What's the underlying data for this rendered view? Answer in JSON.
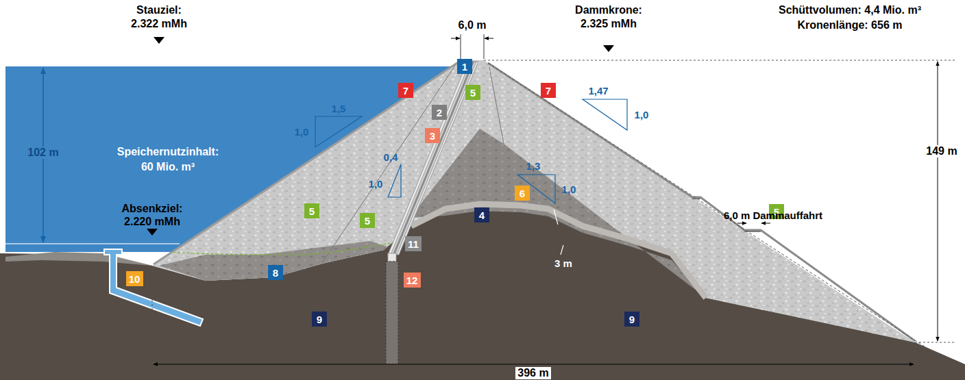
{
  "diagram": {
    "nodes": [
      {
        "text": [
          "1"
        ]
      },
      {
        "text": [
          "7"
        ]
      },
      {
        "text": [
          "5"
        ]
      },
      {
        "text": [
          "7"
        ]
      },
      {
        "text": [
          "2"
        ]
      },
      {
        "text": [
          "3"
        ]
      },
      {
        "text": [
          "5"
        ]
      },
      {
        "text": [
          "5"
        ]
      },
      {
        "text": [
          "6"
        ]
      },
      {
        "text": [
          "4"
        ]
      },
      {
        "text": [
          "5"
        ]
      },
      {
        "text": [
          "11"
        ]
      },
      {
        "text": [
          "8"
        ]
      },
      {
        "text": [
          "10"
        ]
      },
      {
        "text": [
          "12"
        ]
      },
      {
        "text": [
          "9"
        ]
      },
      {
        "text": [
          "9"
        ]
      }
    ],
    "labels": [
      "Stauziel:",
      "2.322 mMh",
      "6,0 m",
      "Dammkrone:",
      "2.325 mMh",
      "Schüttvolumen: 4,4 Mio. m³",
      "Kronenlänge: 656 m",
      "102 m",
      "Speichernutzinhalt:",
      "60 Mio. m³",
      "1,5",
      "1,0",
      "0,4",
      "1,0",
      "1,47",
      "1,0",
      "1,3",
      "1,0",
      "149 m",
      "Absenkziel:",
      "2.220 mMh",
      "6,0 m Dammauffahrt",
      "3 m",
      "396 m"
    ]
  }
}
